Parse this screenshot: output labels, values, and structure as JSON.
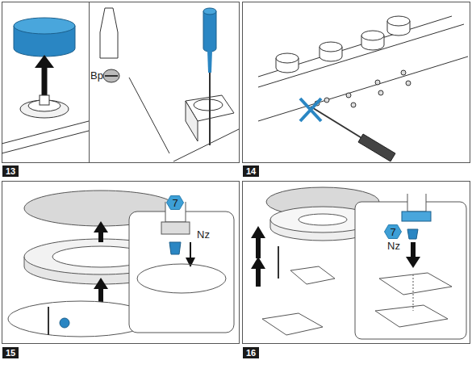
{
  "diagram": {
    "nodes": [
      {
        "text": [
          "13"
        ]
      },
      {
        "text": [
          "14"
        ]
      },
      {
        "text": [
          "7"
        ]
      },
      {
        "text": [
          "15"
        ]
      },
      {
        "text": [
          "7"
        ]
      },
      {
        "text": [
          "16"
        ]
      }
    ],
    "labels": [
      "Bp",
      "Nz",
      "Nz"
    ]
  }
}
